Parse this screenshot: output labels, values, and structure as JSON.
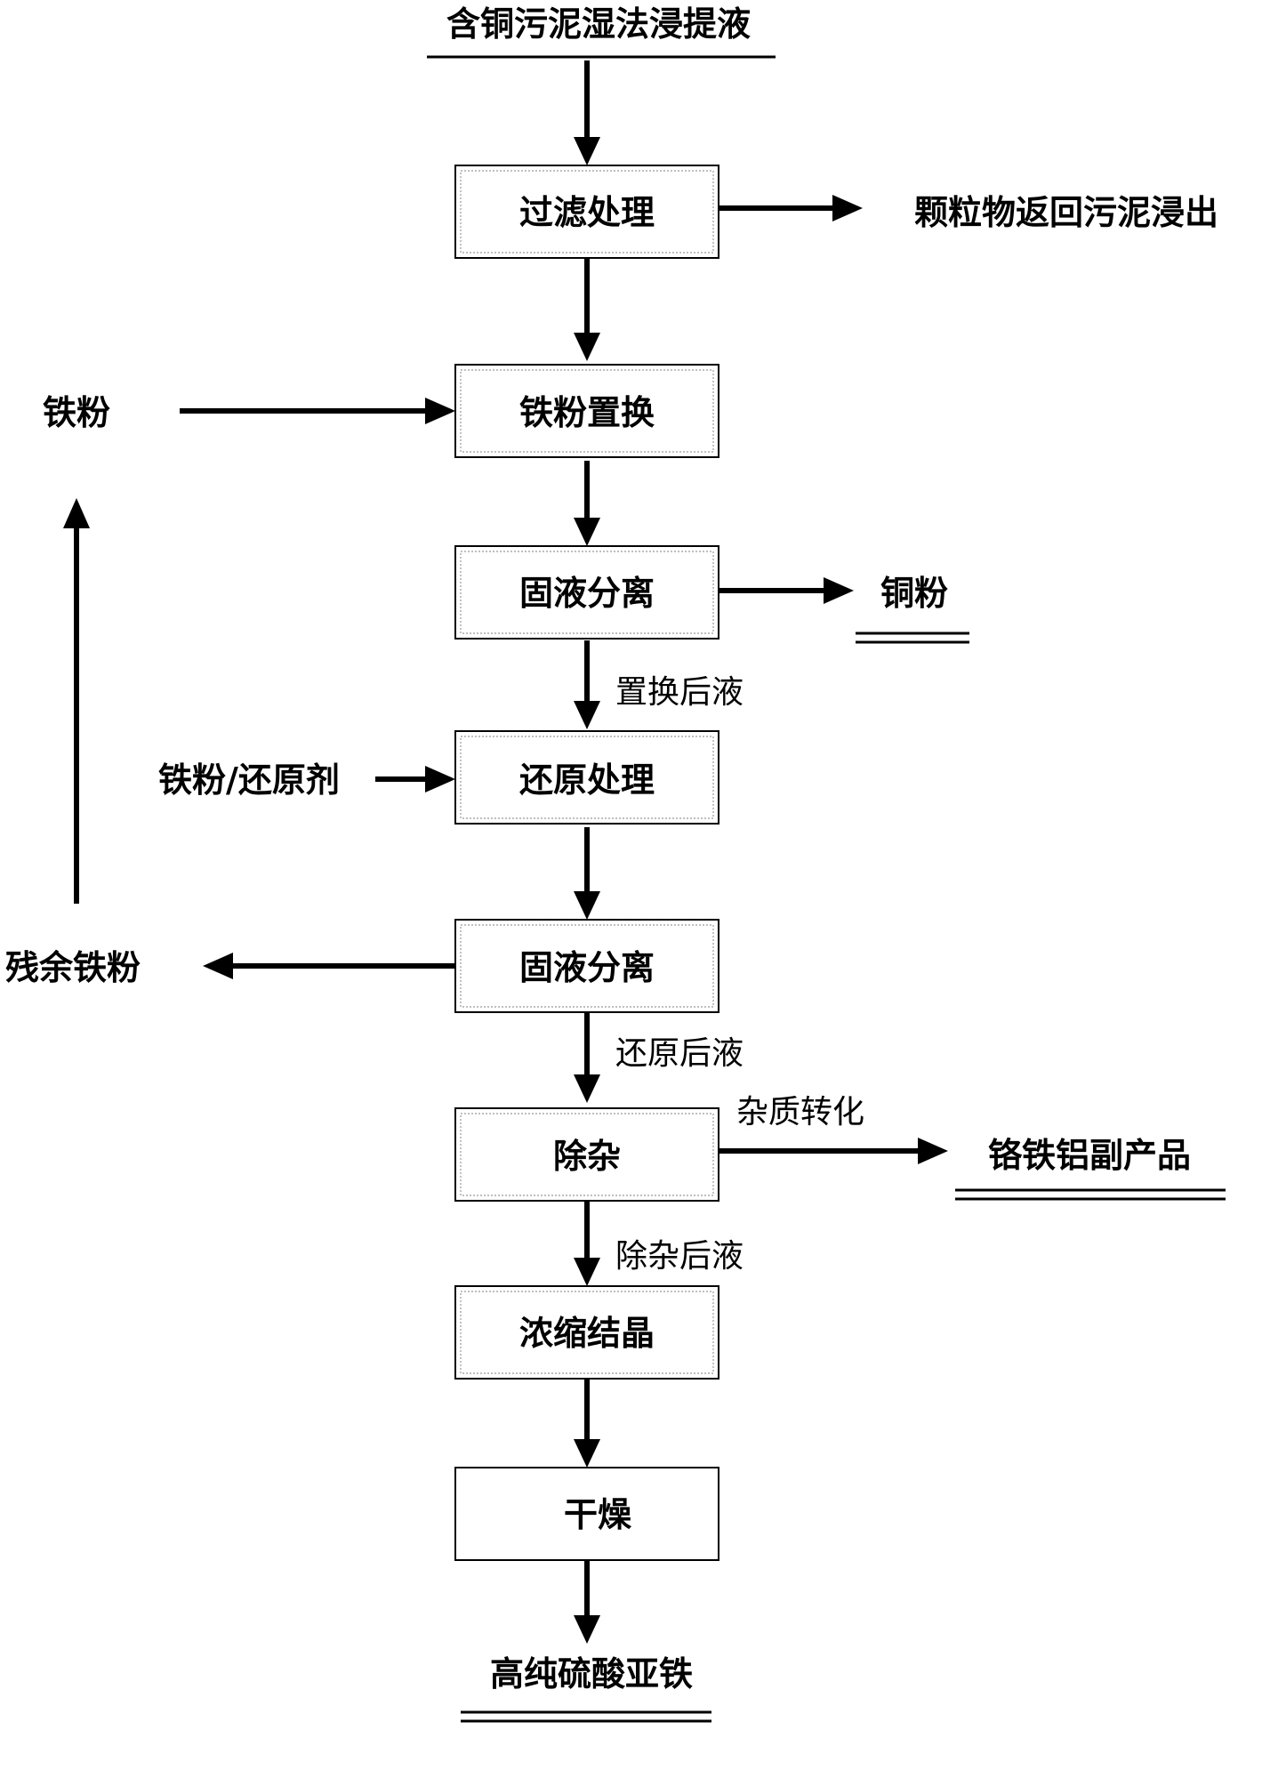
{
  "start": "含铜污泥湿法浸提液",
  "end": "高纯硫酸亚铁",
  "steps": {
    "filter": "过滤处理",
    "iron_replace": "铁粉置换",
    "separation1": "固液分离",
    "reduction": "还原处理",
    "separation2": "固液分离",
    "impurity_removal": "除杂",
    "concentrate": "浓缩结晶",
    "dry": "干燥"
  },
  "inputs": {
    "iron_powder": "铁粉",
    "iron_powder_reductant": "铁粉/还原剂"
  },
  "outputs": {
    "particles_return": "颗粒物返回污泥浸出",
    "copper_powder": "铜粉",
    "residual_iron": "残余铁粉",
    "byproduct": "铬铁铝副产品"
  },
  "flow_labels": {
    "after_replacement": "置换后液",
    "after_reduction": "还原后液",
    "impurity_conversion": "杂质转化",
    "after_impurity": "除杂后液"
  }
}
